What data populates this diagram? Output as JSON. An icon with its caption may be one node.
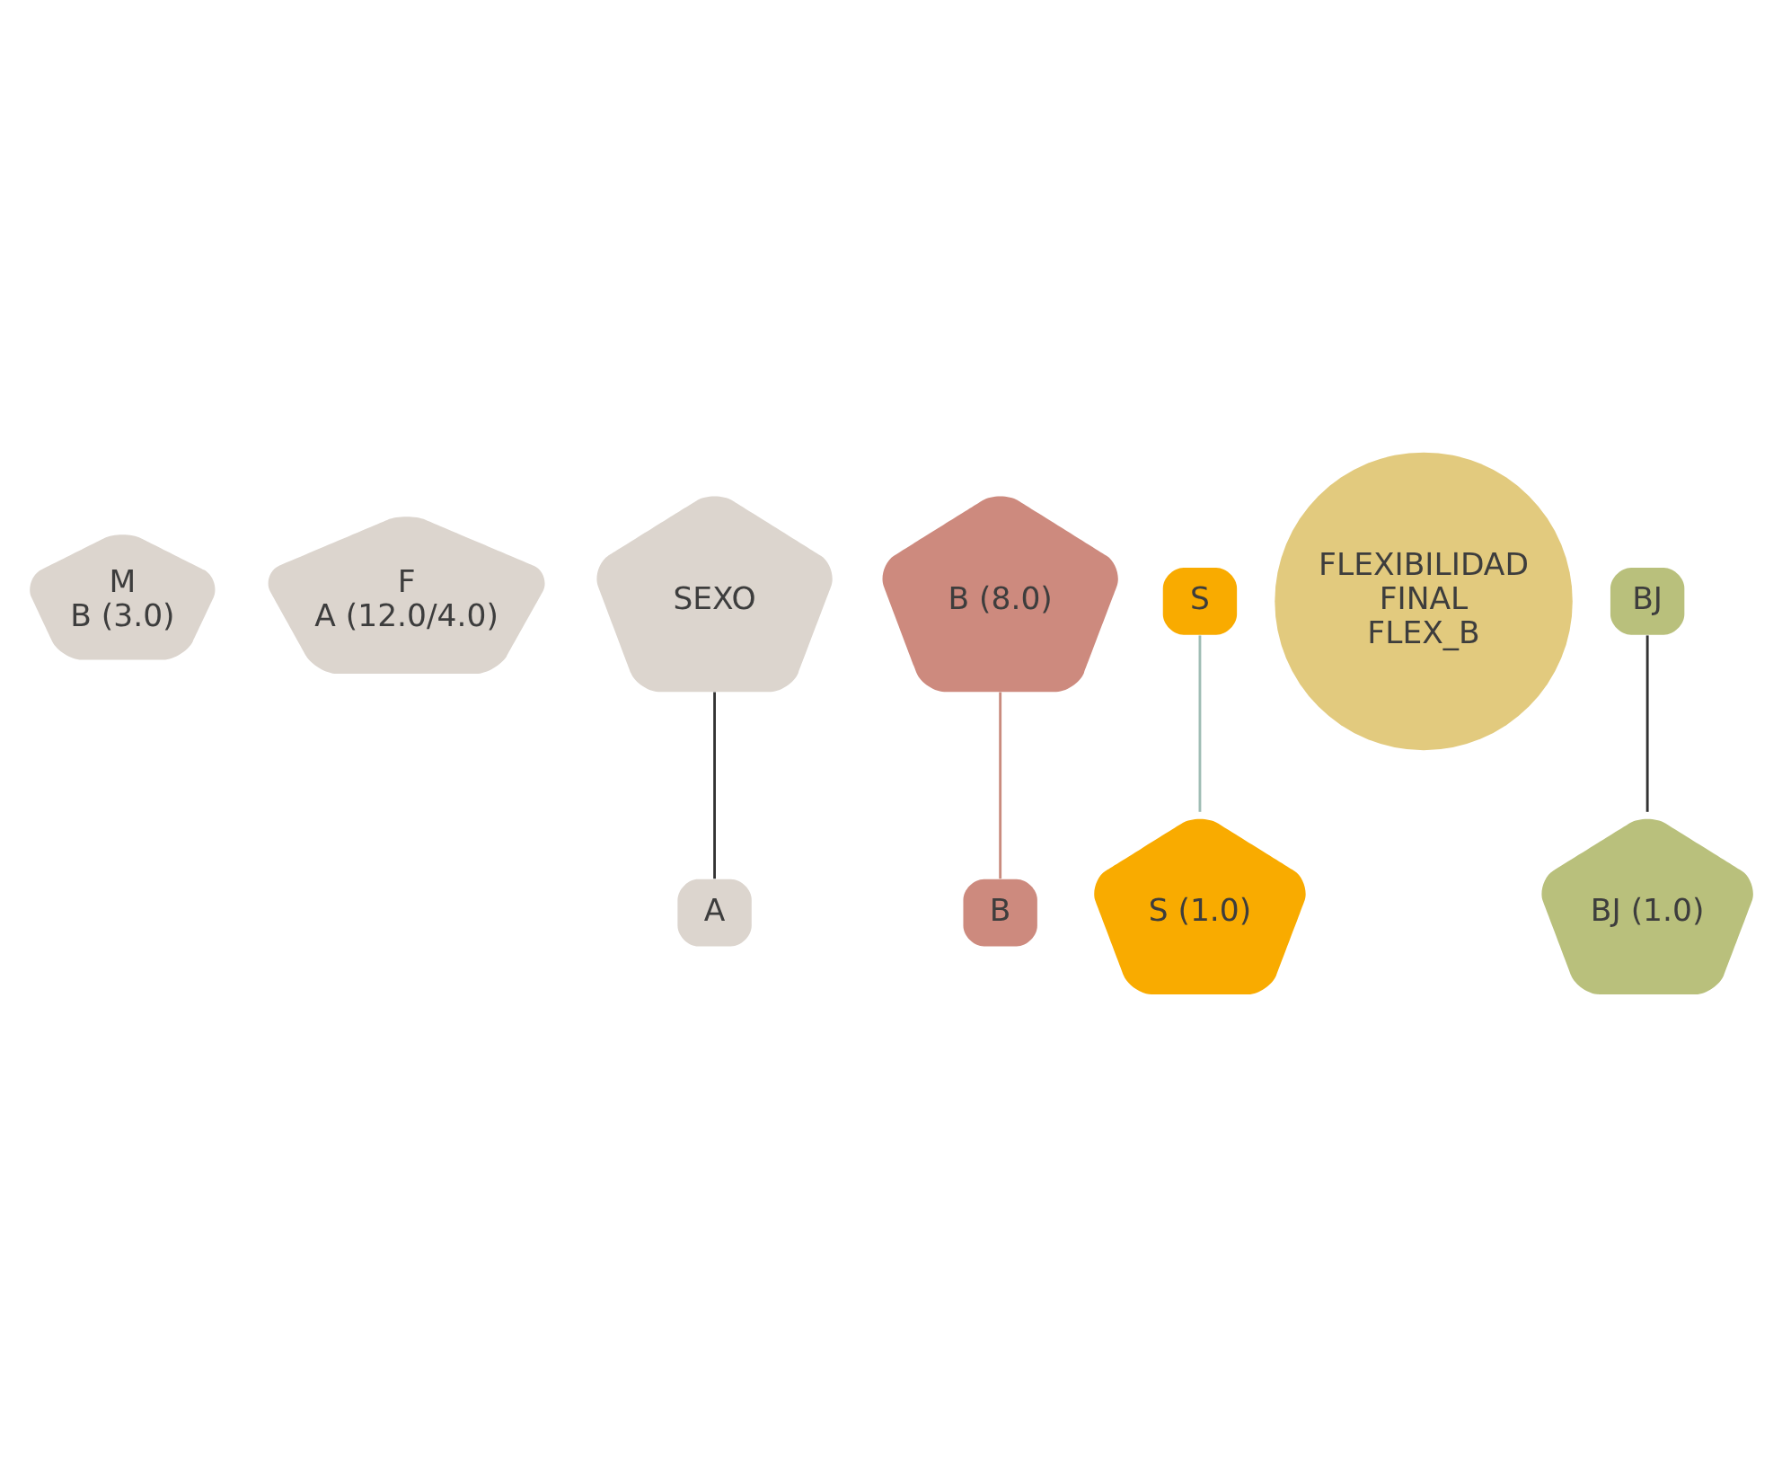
{
  "diagram": {
    "nodes": [
      {
        "text": [
          "M",
          "B (3.0)"
        ]
      },
      {
        "text": [
          "F",
          "A (12.0/4.0)"
        ]
      },
      {
        "text": [
          "SEXO"
        ]
      },
      {
        "text": [
          "B (8.0)"
        ]
      },
      {
        "text": [
          "A"
        ]
      },
      {
        "text": [
          "B"
        ]
      },
      {
        "text": [
          "S"
        ]
      },
      {
        "text": [
          "FLEXIBILIDAD FINAL FLEX_B"
        ]
      },
      {
        "text": [
          "BJ"
        ]
      },
      {
        "text": [
          "S (1.0)"
        ]
      },
      {
        "text": [
          "BJ (1.0)"
        ]
      }
    ],
    "edges": [
      {
        "from": 2,
        "to": 4,
        "arrow": "none"
      },
      {
        "from": 3,
        "to": 5,
        "arrow": "none",
        "color": "#c98b7e"
      },
      {
        "from": 6,
        "to": 9,
        "arrow": "none",
        "color": "#9fbcb4"
      },
      {
        "from": 8,
        "to": 10,
        "arrow": "none"
      }
    ]
  }
}
